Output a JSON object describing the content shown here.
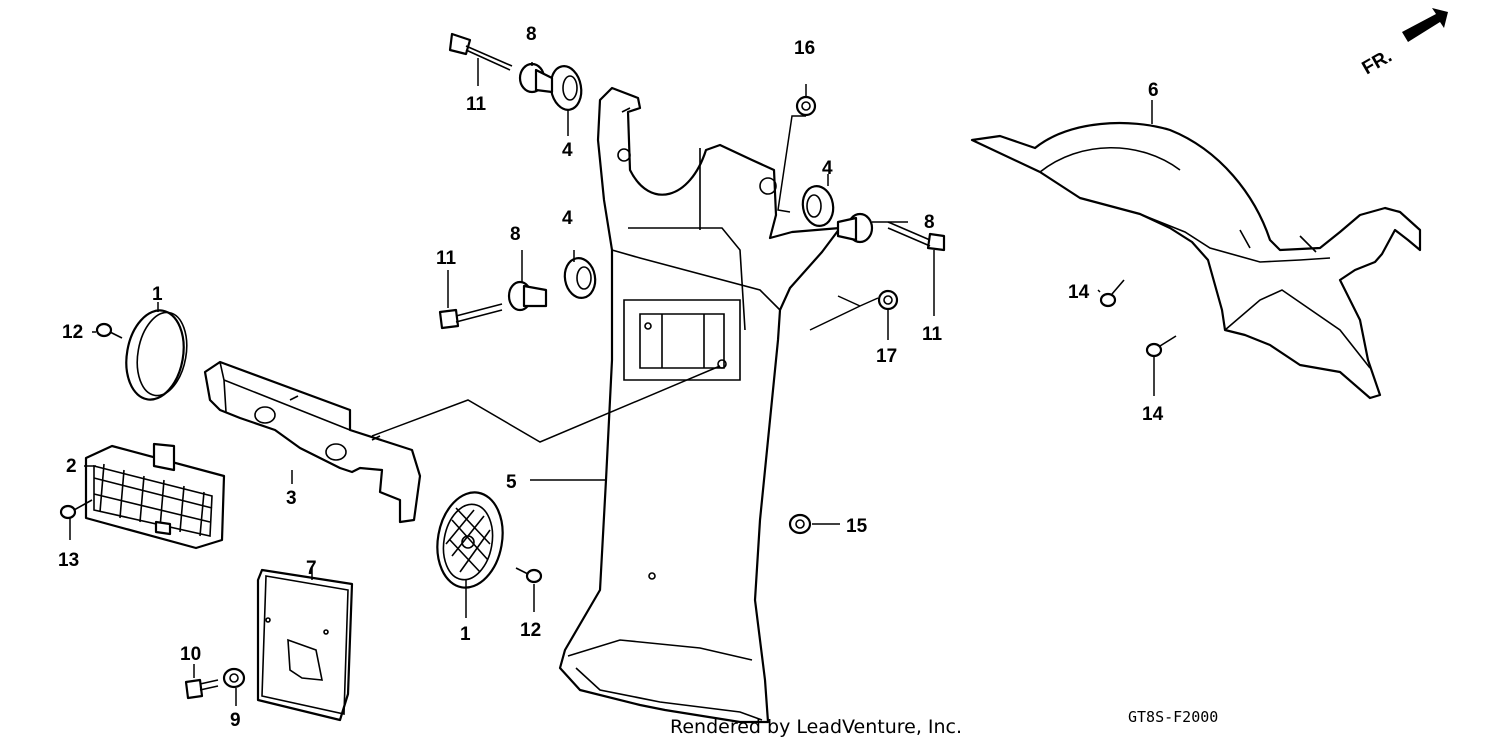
{
  "diagram": {
    "direction_label": "FR.",
    "credit": "Rendered by LeadVenture, Inc.",
    "diagram_code": "GT8S-F2000",
    "callouts": {
      "c1_reflector_upper": "1",
      "c1_reflector_lower": "1",
      "c2_reflector_rect": "2",
      "c3_bracket": "3",
      "c4_grommet_top": "4",
      "c4_grommet_mid": "4",
      "c4_grommet_right": "4",
      "c5_rear_fender": "5",
      "c6_rear_fender_b": "6",
      "c7_license_plate": "7",
      "c8_collar_top": "8",
      "c8_collar_mid": "8",
      "c8_collar_right": "8",
      "c9_washer": "9",
      "c10_bolt": "10",
      "c11_bolt_top": "11",
      "c11_bolt_mid": "11",
      "c11_bolt_right": "11",
      "c12_screw_left": "12",
      "c12_screw_lower": "12",
      "c13_screw": "13",
      "c14_screw_a": "14",
      "c14_screw_b": "14",
      "c15_nut": "15",
      "c16_nut": "16",
      "c17_nut": "17"
    }
  }
}
